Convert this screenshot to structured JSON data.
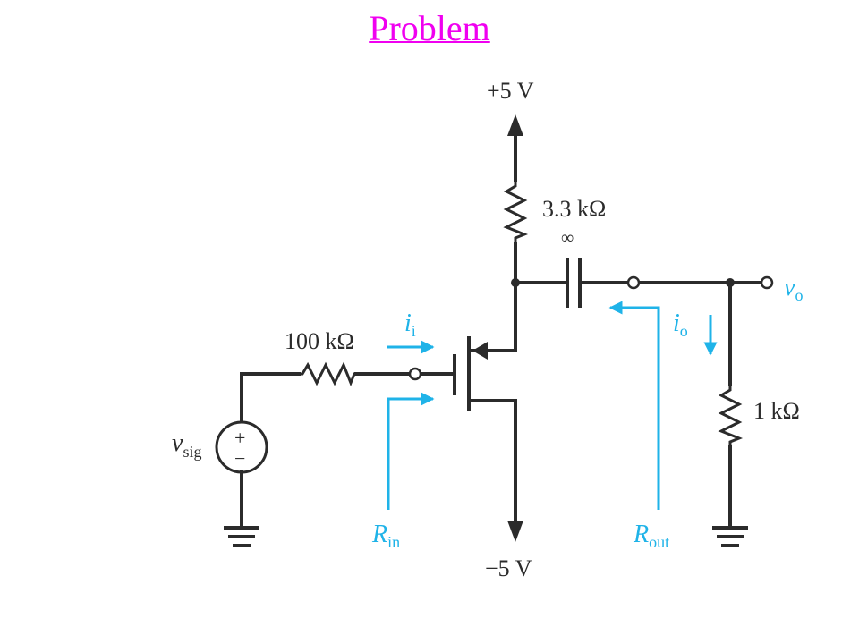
{
  "title": "Problem",
  "labels": {
    "vdd": "+5 V",
    "vss": "−5 V",
    "rd": "3.3 kΩ",
    "cap": "∞",
    "rsig": "100 kΩ",
    "rl": "1 kΩ",
    "plus": "+",
    "minus": "−"
  },
  "symbols": {
    "vsig_main": "v",
    "vsig_sub": "sig",
    "ii_main": "i",
    "ii_sub": "i",
    "io_main": "i",
    "io_sub": "o",
    "vo_main": "v",
    "vo_sub": "o",
    "rin_main": "R",
    "rin_sub": "in",
    "rout_main": "R",
    "rout_sub": "out"
  },
  "colors": {
    "title": "#f000f0",
    "annotation": "#1fb3e8",
    "wire": "#2b2b2b"
  }
}
